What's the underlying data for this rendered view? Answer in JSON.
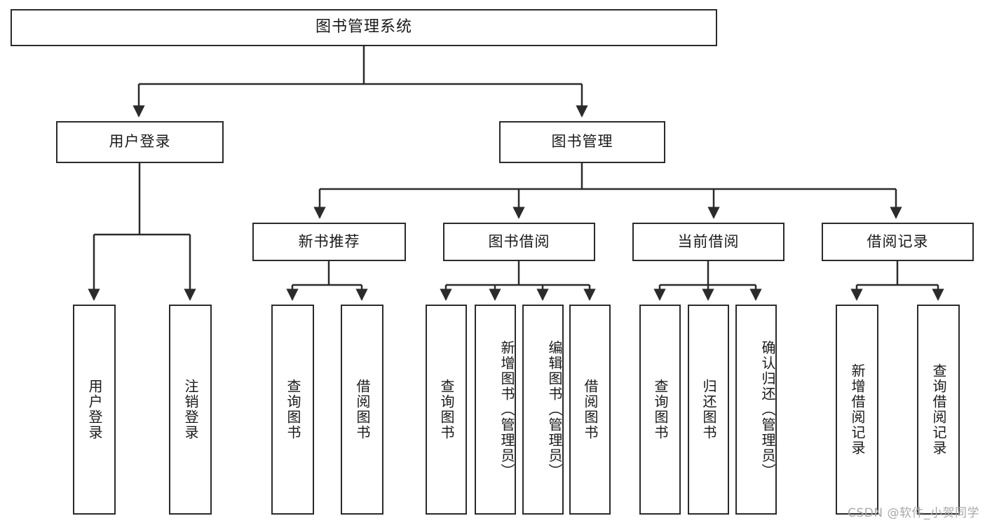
{
  "diagram": {
    "title": "图书管理系统",
    "type": "tree-hierarchy",
    "watermark": "CSDN @软件_小贺同学",
    "colors": {
      "box_border": "#2b2b2b",
      "box_fill": "#ffffff",
      "connector": "#2b2b2b",
      "text": "#1a1a1a",
      "watermark": "#a8a8a8"
    }
  },
  "nodes": {
    "root": {
      "label": "图书管理系统"
    },
    "level1": [
      {
        "label": "用户登录"
      },
      {
        "label": "图书管理"
      }
    ],
    "level2": [
      {
        "label": "新书推荐"
      },
      {
        "label": "图书借阅"
      },
      {
        "label": "当前借阅"
      },
      {
        "label": "借阅记录"
      }
    ],
    "leaves": {
      "user_login": [
        {
          "label": "用户登录"
        },
        {
          "label": "注销登录"
        }
      ],
      "new_book_recommend": [
        {
          "label": "查询图书"
        },
        {
          "label": "借阅图书"
        }
      ],
      "book_borrow": [
        {
          "label": "查询图书"
        },
        {
          "label": "新增图书（管理员）"
        },
        {
          "label": "编辑图书（管理员）"
        },
        {
          "label": "借阅图书"
        }
      ],
      "current_borrow": [
        {
          "label": "查询图书"
        },
        {
          "label": "归还图书"
        },
        {
          "label": "确认归还（管理员）"
        }
      ],
      "borrow_record": [
        {
          "label": "新增借阅记录"
        },
        {
          "label": "查询借阅记录"
        }
      ]
    }
  }
}
